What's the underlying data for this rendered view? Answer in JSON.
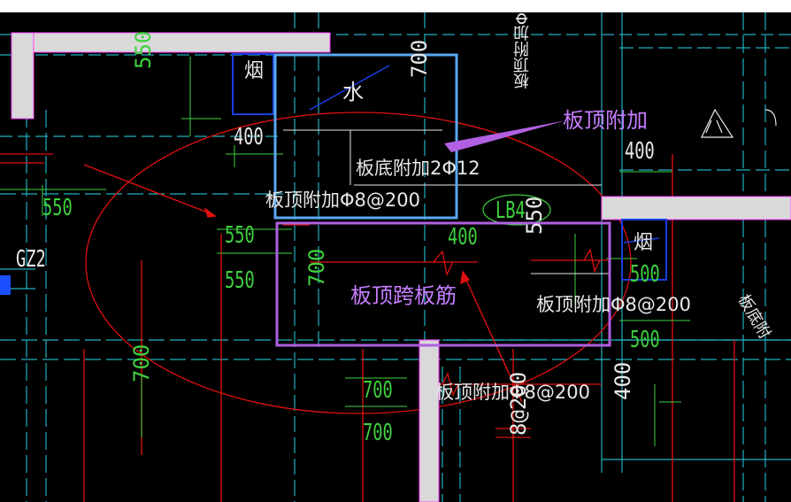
{
  "labels": {
    "chimney_1": "烟",
    "water": "水",
    "dim_550_a": "550",
    "dim_700_top": "700",
    "dim_400_a": "400",
    "callout_top_additional": "板顶附加",
    "bottom_bar": "板底附加2Φ12",
    "dim_400_b": "400",
    "left_dim_550": "550",
    "top_bar_phi8_a": "板顶附加Φ8@200",
    "slab_tag": "LB4",
    "chimney_2": "烟",
    "gz2": "GZ2",
    "dim_550_b": "550",
    "dim_550_c": "550",
    "dim_400_c": "400",
    "dim_550_d": "550",
    "dim_500_a": "500",
    "callout_span_bar": "板顶跨板筋",
    "dim_700_mid": "700",
    "top_bar_phi8_b": "板顶附加Φ8@200",
    "dim_500_b": "500",
    "dim_700_a": "700",
    "top_bar_phi8_c": "板顶附加Φ8@200",
    "dim_700_b": "700",
    "dim_700_left": "700",
    "dim_400_d": "400",
    "dim_8_200": "8@200",
    "right_top_vertical": "板顶附加Φ",
    "right_edge_vertical": "板底附"
  },
  "colors": {
    "background": "#000000",
    "wall": "#d9d9d9",
    "wall_outline": "#ff40ff",
    "dim_green": "#3fd13f",
    "axis_cyan": "#20b0c0",
    "rebar_red": "#e01010",
    "box_blue": "#5aa8f0",
    "box_violet": "#b060e0",
    "annotation_text": "#c77dff",
    "white_text": "#e8e8e8"
  }
}
